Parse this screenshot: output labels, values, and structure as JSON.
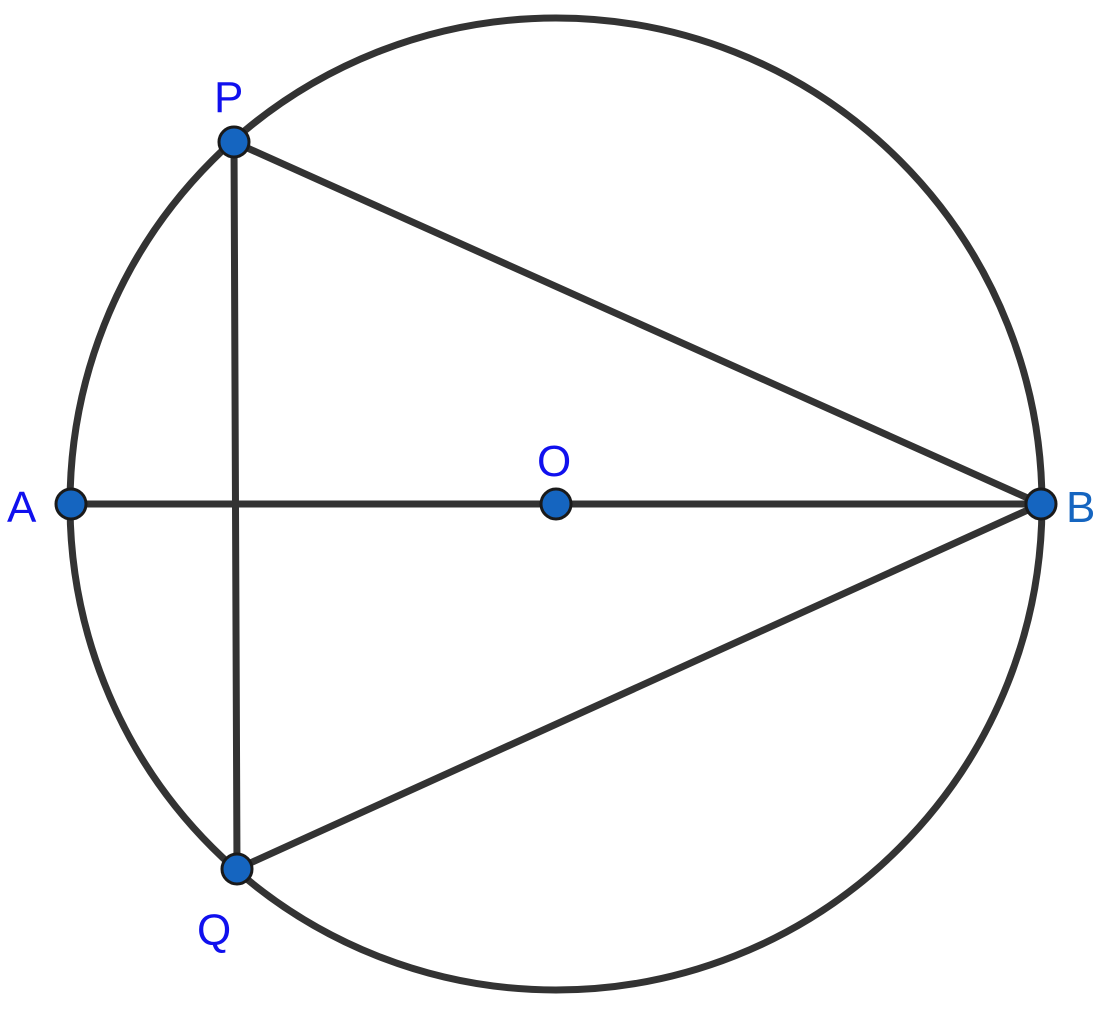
{
  "colors": {
    "line": "#333333",
    "point_fill": "#1565c0",
    "point_stroke": "#1a1a1a",
    "label_blue": "#1010ee",
    "label_b": "#1565c0"
  },
  "points": {
    "P": {
      "label": "P"
    },
    "Q": {
      "label": "Q"
    },
    "A": {
      "label": "A"
    },
    "O": {
      "label": "O"
    },
    "B": {
      "label": "B"
    }
  }
}
